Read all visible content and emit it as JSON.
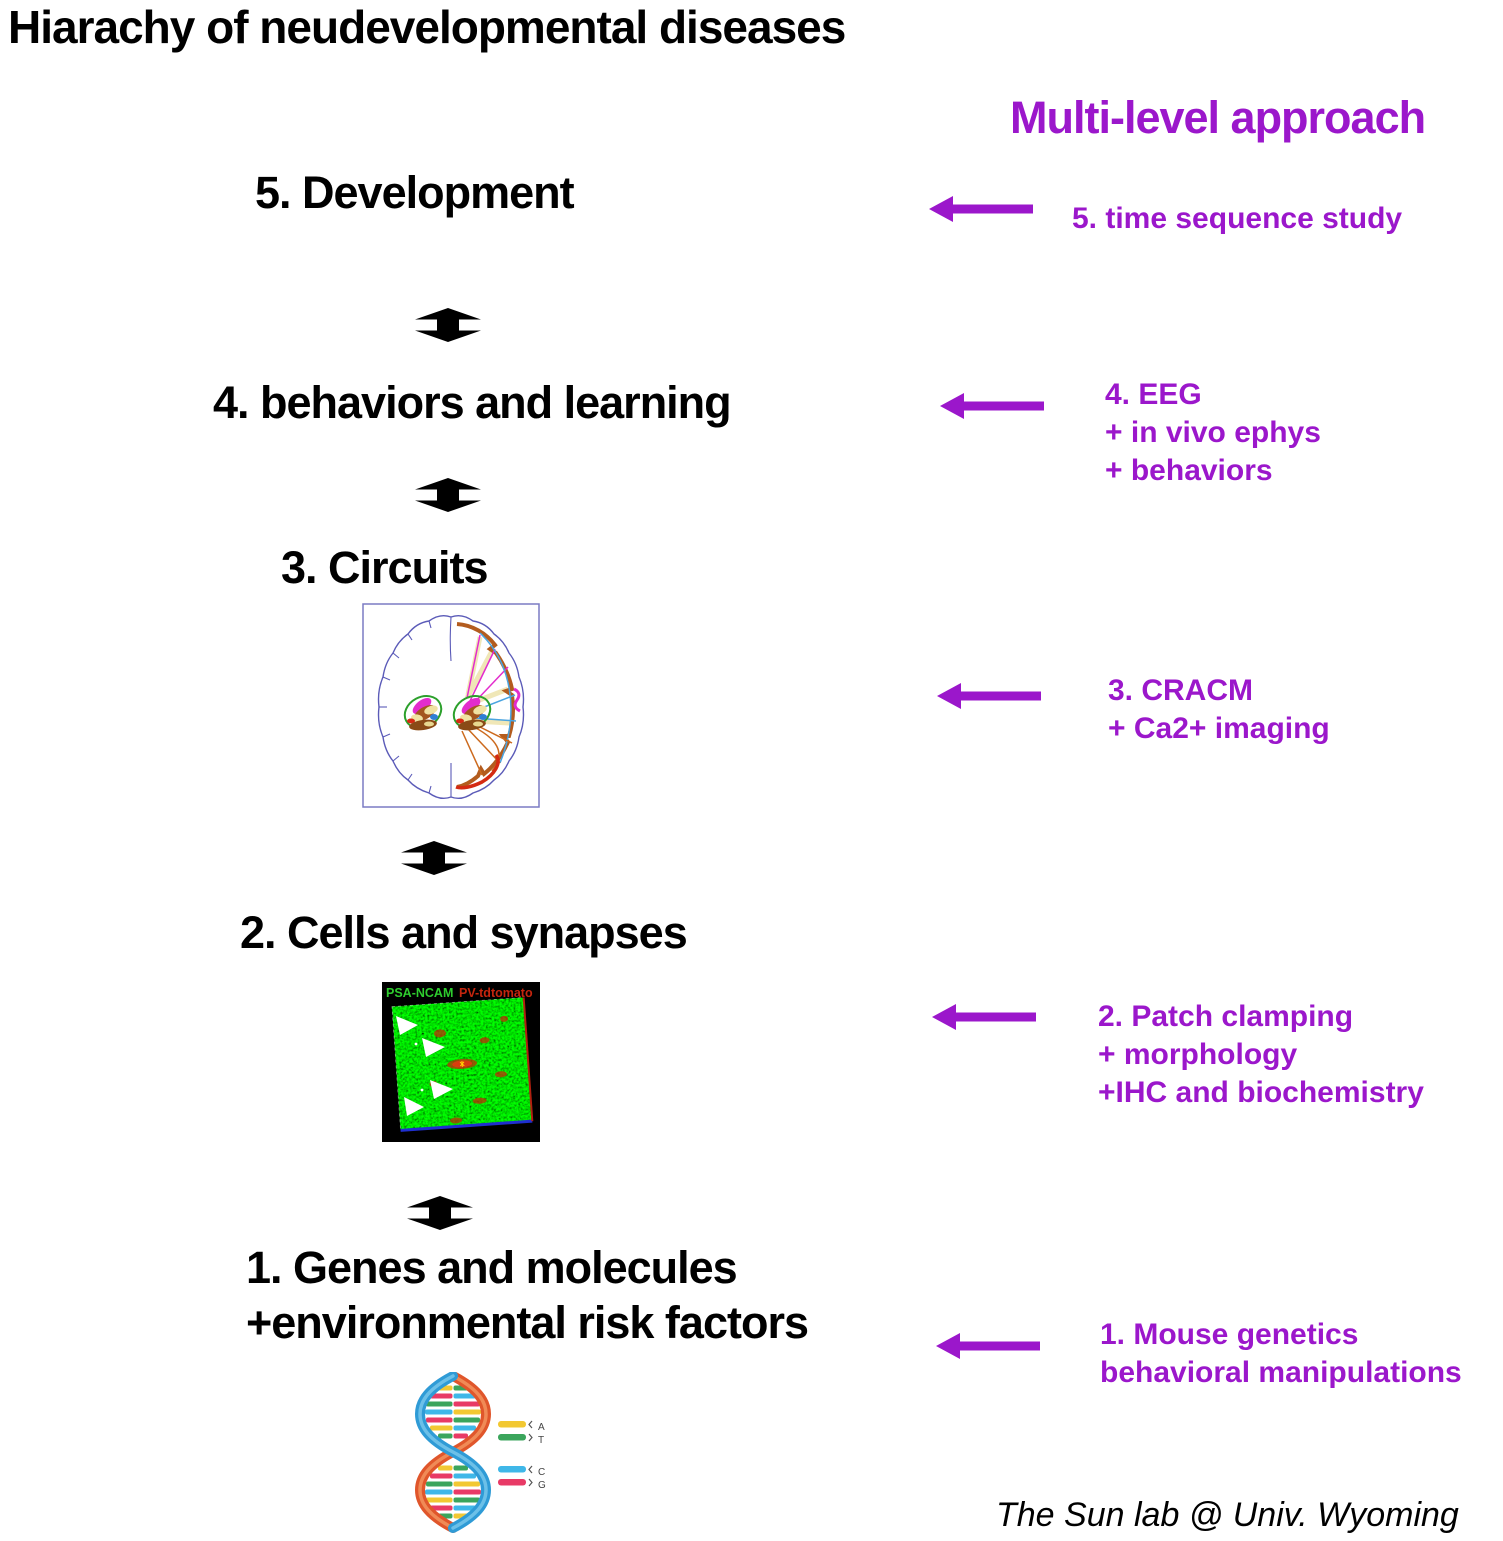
{
  "title": "Hiarachy of neudevelopmental diseases",
  "approach_heading": "Multi-level approach",
  "credit": "The Sun lab @ Univ. Wyoming",
  "levels": [
    {
      "label": "5. Development",
      "method": "5. time sequence study"
    },
    {
      "label": "4. behaviors and learning",
      "method": "4. EEG\n+ in vivo ephys\n+ behaviors"
    },
    {
      "label": "3. Circuits",
      "method": "3. CRACM\n+ Ca2+ imaging"
    },
    {
      "label": "2. Cells and synapses",
      "method": "2. Patch clamping\n+ morphology\n+IHC and biochemistry"
    },
    {
      "label": "1. Genes and molecules\n+environmental risk factors",
      "method": "1. Mouse genetics\nbehavioral manipulations"
    }
  ],
  "micrograph": {
    "green_label": "PSA-NCAM",
    "red_label": "PV-tdtomato"
  },
  "dna_legend": {
    "a": "A",
    "t": "T",
    "c": "C",
    "g": "G"
  },
  "colors": {
    "accent": "#9b17cb",
    "text": "#000000"
  },
  "icons": {
    "level_connector": "up-down-arrow",
    "method_pointer": "left-arrow"
  }
}
